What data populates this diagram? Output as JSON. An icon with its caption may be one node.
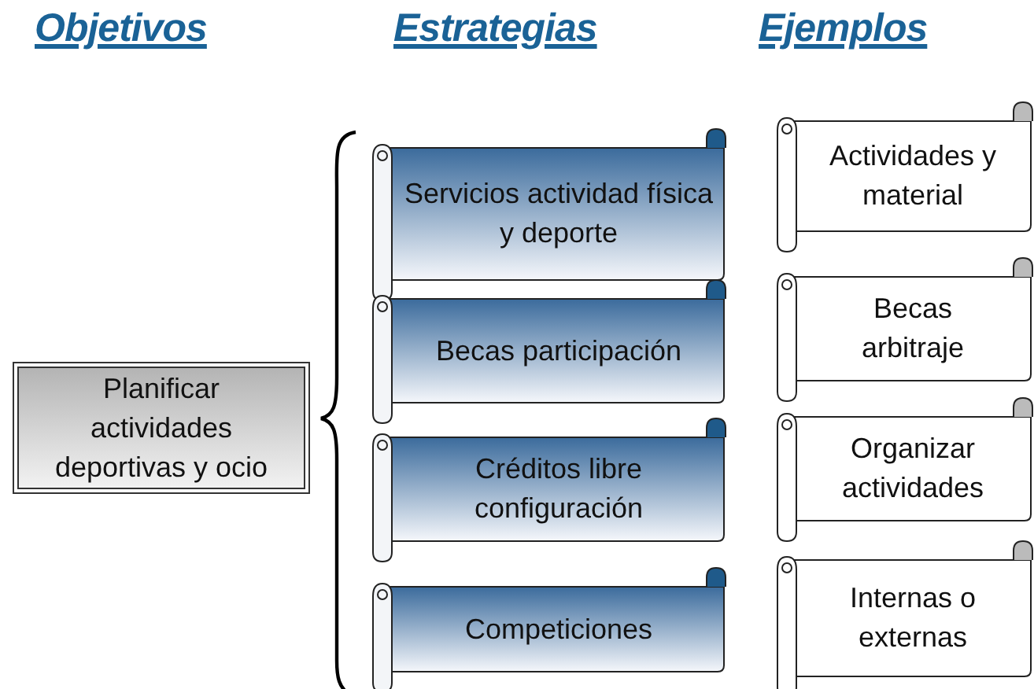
{
  "diagram": {
    "nodes": [
      {
        "text": [
          "Planificar actividades deportivas y ocio"
        ]
      },
      {
        "text": [
          "Servicios actividad física y deporte"
        ]
      },
      {
        "text": [
          "Becas participación"
        ]
      },
      {
        "text": [
          "Créditos libre configuración"
        ]
      },
      {
        "text": [
          "Competiciones"
        ]
      },
      {
        "text": [
          "Actividades y material"
        ]
      },
      {
        "text": [
          "Becas arbitraje"
        ]
      },
      {
        "text": [
          "Organizar actividades"
        ]
      },
      {
        "text": [
          "Internas o externas"
        ]
      }
    ],
    "labels": [
      "Objetivos",
      "Estrategias",
      "Ejemplos"
    ]
  }
}
